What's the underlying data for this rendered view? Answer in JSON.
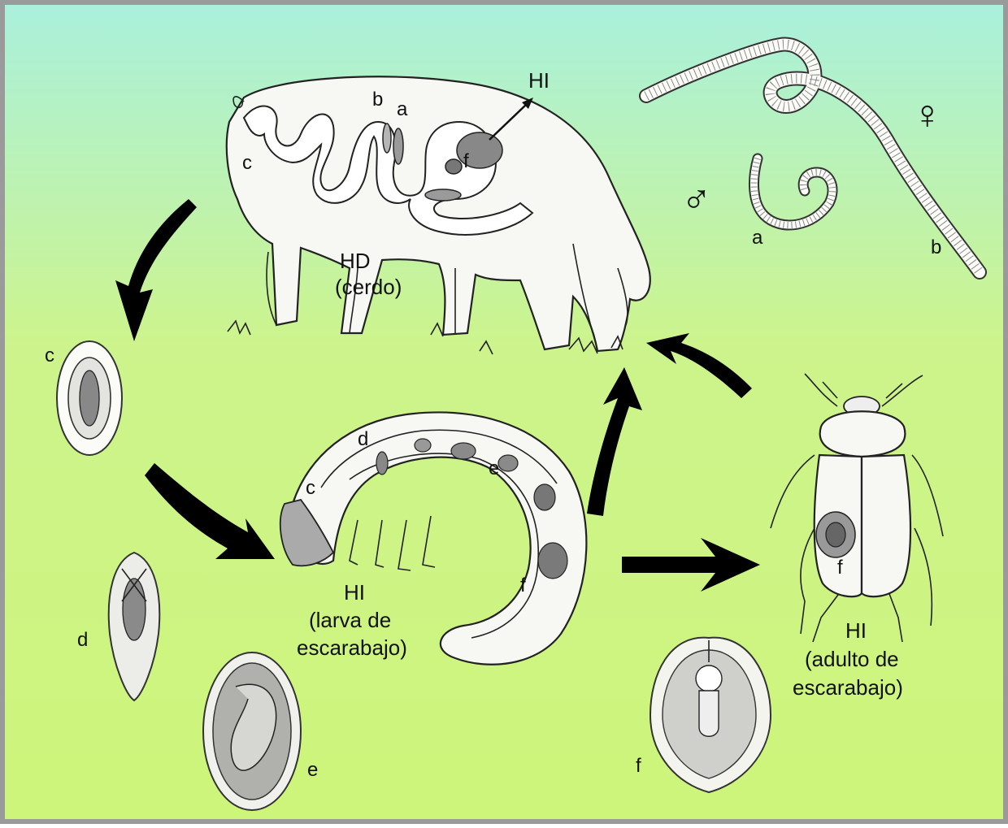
{
  "colors": {
    "background_top": "#a9f0dd",
    "background_bottom": "#cdf57a",
    "border": "#9a9a9a",
    "arrow": "#000000"
  },
  "labels": {
    "pig_c": "c",
    "pig_b": "b",
    "pig_a": "a",
    "pig_f": "f",
    "pig_arrow_hi": "HI",
    "host_definitive_line1": "HD",
    "host_definitive_line2": "(cerdo)",
    "female_symbol": "♀",
    "male_symbol": "♂",
    "worm_a": "a",
    "worm_b": "b",
    "egg_c": "c",
    "acanthor_d": "d",
    "acanthella_e": "e",
    "cystacanth_f": "f",
    "larva_c": "c",
    "larva_d": "d",
    "larva_e": "e",
    "larva_f": "f",
    "larva_host_line1": "HI",
    "larva_host_line2": "(larva de",
    "larva_host_line3": "escarabajo)",
    "beetle_f": "f",
    "beetle_host_line1": "HI",
    "beetle_host_line2": "(adulto de",
    "beetle_host_line3": "escarabajo)"
  },
  "icons": [
    "curved-arrow",
    "straight-arrow",
    "pig-illustration",
    "beetle-illustration",
    "grub-illustration",
    "worm-illustration"
  ]
}
